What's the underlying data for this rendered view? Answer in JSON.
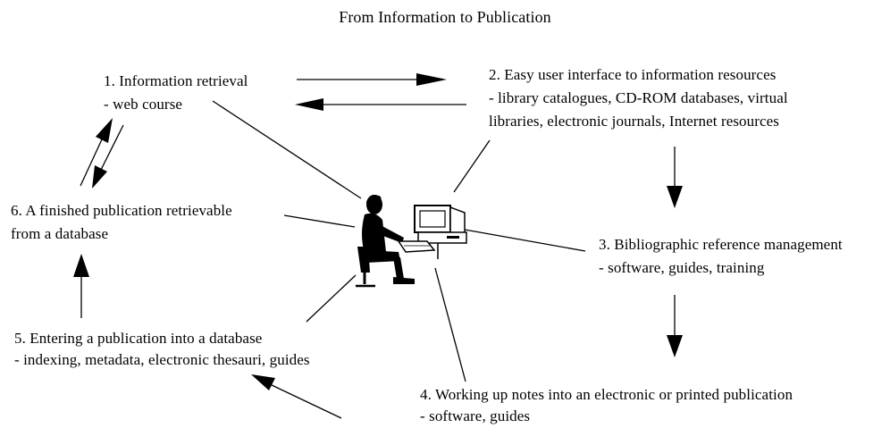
{
  "title": "From Information to Publication",
  "steps": [
    {
      "heading": "1. Information retrieval",
      "details": [
        "- web course"
      ]
    },
    {
      "heading": "2. Easy user interface to information resources",
      "details": [
        "- library catalogues, CD-ROM databases, virtual",
        "libraries, electronic journals, Internet resources"
      ]
    },
    {
      "heading": "3. Bibliographic reference management",
      "details": [
        "- software, guides, training"
      ]
    },
    {
      "heading": "4. Working up notes into an electronic or printed publication",
      "details": [
        "- software, guides"
      ]
    },
    {
      "heading": "5. Entering a publication into a database",
      "details": [
        "- indexing, metadata, electronic thesauri, guides"
      ]
    },
    {
      "heading": "6. A finished publication retrievable",
      "details": [
        "from a database"
      ]
    }
  ],
  "center_figure": "person-at-computer-icon"
}
